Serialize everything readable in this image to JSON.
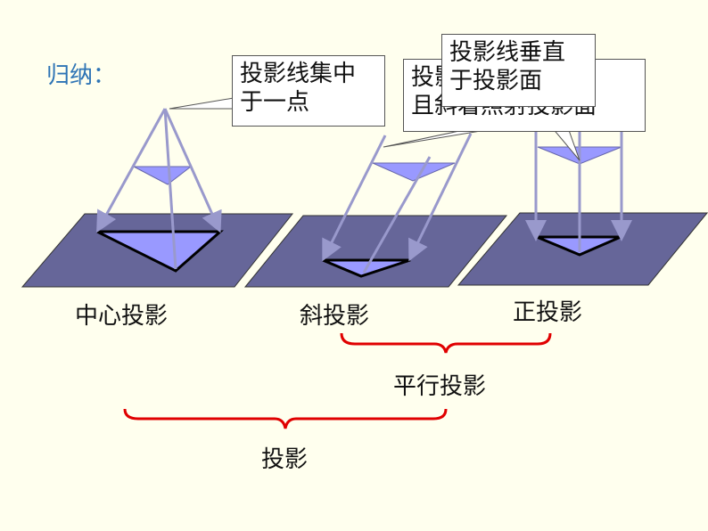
{
  "slide": {
    "title": "归纳：",
    "callouts": {
      "central": {
        "line1": "投影线集中",
        "line2": "于一点"
      },
      "oblique": {
        "line1": "投影线平行，",
        "line2": "且斜着照射投影面"
      },
      "orthographic": {
        "line1": "投影线垂直",
        "line2": "于投影面"
      }
    },
    "labels": {
      "central": "中心投影",
      "oblique": "斜投影",
      "orthographic": "正投影",
      "parallel": "平行投影",
      "projection": "投影"
    }
  },
  "colors": {
    "background": "#FFFFEE",
    "plane": "#666699",
    "triangle": "#9999FF",
    "ray": "#9999CC",
    "brace": "#E00000",
    "title": "#2E74B5"
  }
}
